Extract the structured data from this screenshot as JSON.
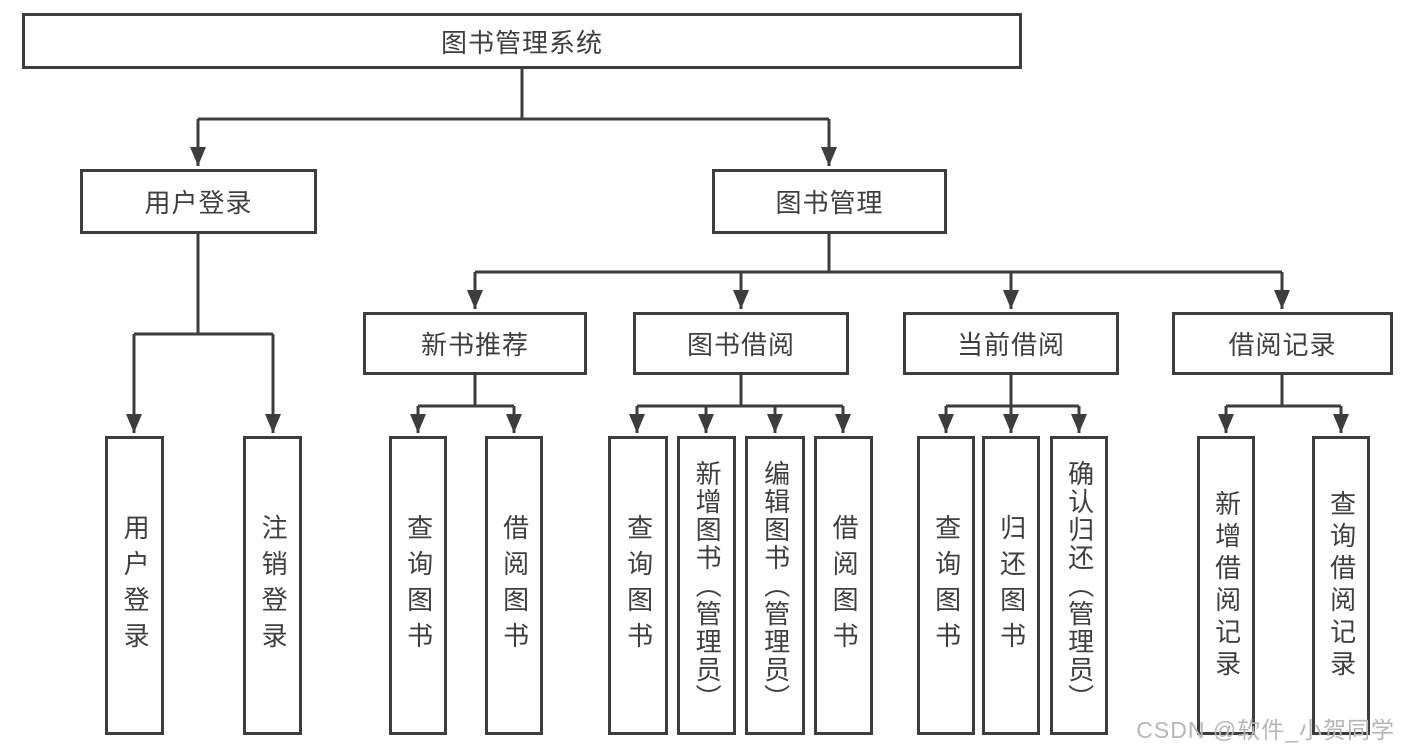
{
  "tree": {
    "label": "图书管理系统",
    "children": [
      {
        "label": "用户登录",
        "children": [
          {
            "label": "用户登录"
          },
          {
            "label": "注销登录"
          }
        ]
      },
      {
        "label": "图书管理",
        "children": [
          {
            "label": "新书推荐",
            "children": [
              {
                "label": "查询图书"
              },
              {
                "label": "借阅图书"
              }
            ]
          },
          {
            "label": "图书借阅",
            "children": [
              {
                "label": "查询图书"
              },
              {
                "label": "新增图书（管理员）"
              },
              {
                "label": "编辑图书（管理员）"
              },
              {
                "label": "借阅图书"
              }
            ]
          },
          {
            "label": "当前借阅",
            "children": [
              {
                "label": "查询图书"
              },
              {
                "label": "归还图书"
              },
              {
                "label": "确认归还（管理员）"
              }
            ]
          },
          {
            "label": "借阅记录",
            "children": [
              {
                "label": "新增借阅记录"
              },
              {
                "label": "查询借阅记录"
              }
            ]
          }
        ]
      }
    ]
  },
  "watermark": {
    "text": "CSDN @软件_小贺同学"
  },
  "colors": {
    "line": "#3d3d3d",
    "text": "#3f3f3f",
    "watermark": "#b6b6b6",
    "background": "#ffffff",
    "node_fill": "#ffffff"
  }
}
